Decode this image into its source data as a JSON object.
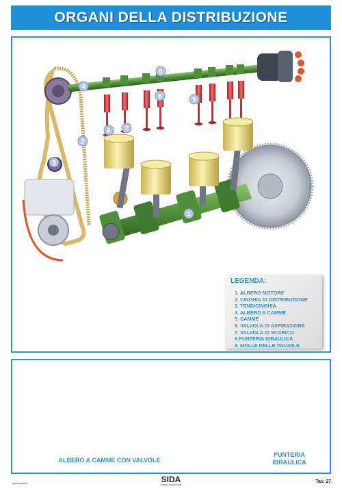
{
  "title": "ORGANI DELLA DISTRIBUZIONE",
  "legend": {
    "title": "LEGENDA:",
    "items": [
      "1. ALBERO MOTORE",
      "2. CINGHIA DI DISTRIBUZIONE",
      "3. TENDICINGHIA.",
      "4. ALBERO A CAMME",
      "5. CAMME",
      "6. VALVOLA DI ASPIRAZIONE",
      "7. VALVOLA DI SCARICO",
      "8 PUNTERIA IDRAULICA",
      "9. MOLLE DELLE VALVOLE"
    ]
  },
  "callouts": [
    "1",
    "2",
    "3",
    "4",
    "5",
    "6",
    "7",
    "8",
    "9"
  ],
  "captions": {
    "camshaft": "ALBERO A CAMME CON VALVOLE",
    "tappet_line1": "PUNTERIA",
    "tappet_line2": "IDRAULICA"
  },
  "footer": {
    "website": "www.sidait.it",
    "brand": "SIDA",
    "brand_sub": "Sistemi Multimediali",
    "plate": "Tav. 27"
  },
  "colors": {
    "title_bar": "#1e8fd8",
    "border": "#2d93d6",
    "shaft_green": "#4f8f3a",
    "piston_yellow": "#f0e08a",
    "valve_red": "#d8262e",
    "belt_tan": "#d9b968",
    "gear_grey": "#9aa0aa"
  }
}
